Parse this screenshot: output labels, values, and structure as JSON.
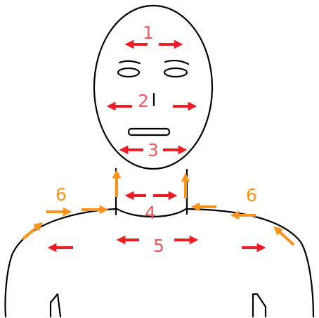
{
  "colors": {
    "outline": "#000000",
    "red": "#ee1c24",
    "red_label": "#f2585e",
    "orange": "#f7941d",
    "background": "#ffffff"
  },
  "labels": {
    "forehead": "1",
    "nose": "2",
    "chin": "3",
    "neck": "4",
    "chest": "5",
    "shoulder_left": "6",
    "shoulder_right": "6"
  },
  "arrow_key": {
    "red": "double-arrow-icon",
    "orange": "single-arrow-icon"
  }
}
